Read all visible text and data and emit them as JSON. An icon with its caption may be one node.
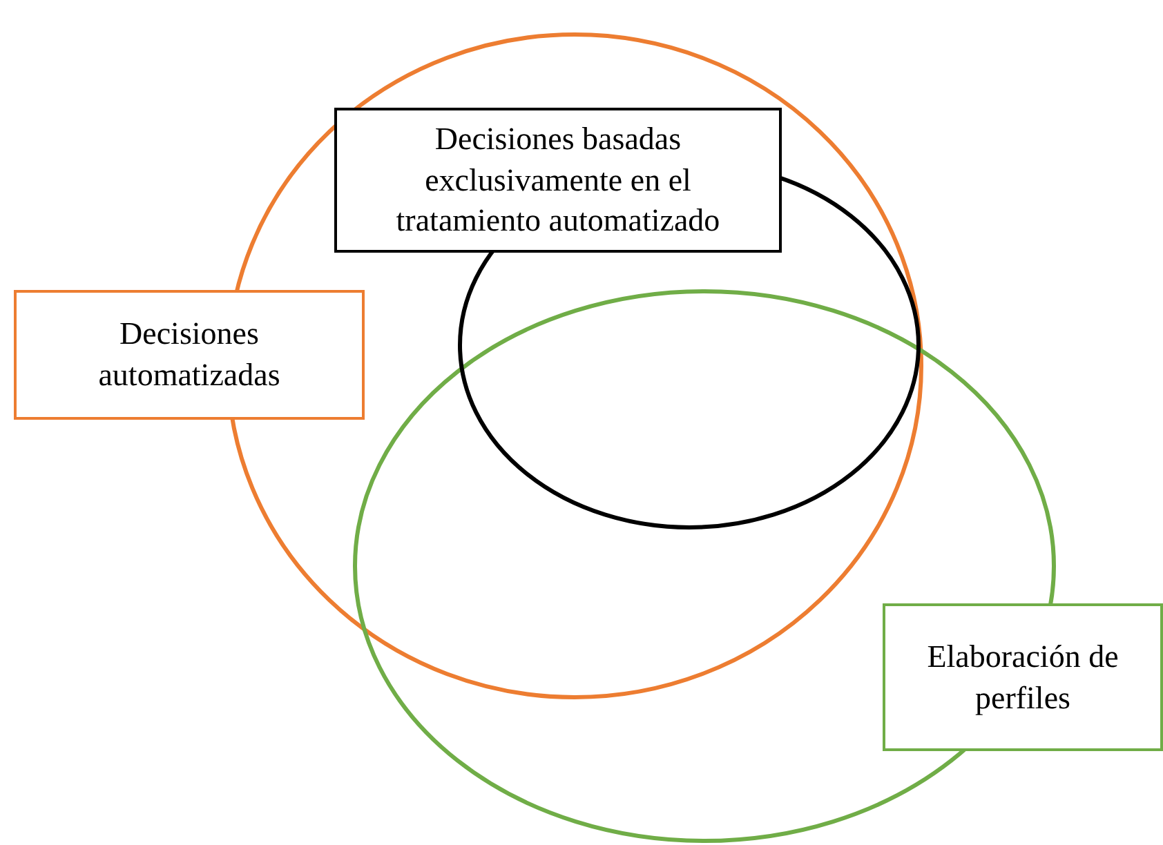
{
  "diagram": {
    "nodes": [
      {
        "text": [
          "Decisiones basadas exclusivamente en el tratamiento automatizado"
        ]
      },
      {
        "text": [
          "Decisiones automatizadas"
        ]
      },
      {
        "text": [
          "Elaboración de perfiles"
        ]
      }
    ],
    "edges": []
  }
}
